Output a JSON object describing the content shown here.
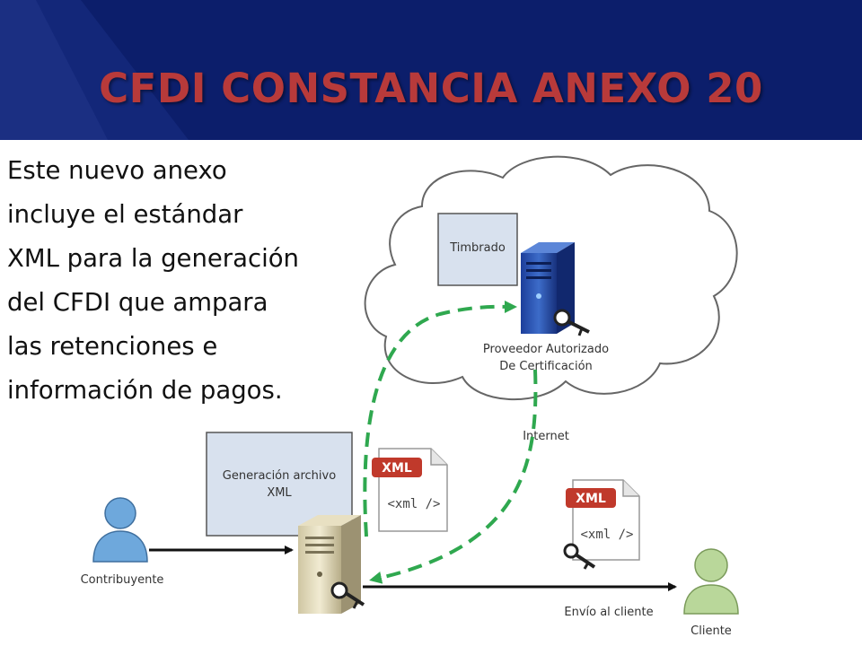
{
  "slide": {
    "title": "CFDI CONSTANCIA ANEXO 20",
    "body_lines": [
      "Este nuevo anexo",
      "incluye el estándar",
      "XML para la generación",
      "del CFDI que ampara",
      "las retenciones e",
      "información de pagos."
    ]
  },
  "diagram": {
    "timbrado_label": "Timbrado",
    "pac_label_line1": "Proveedor Autorizado",
    "pac_label_line2": "De Certificación",
    "internet_label": "Internet",
    "generacion_line1": "Generación archivo",
    "generacion_line2": "XML",
    "contribuyente_label": "Contribuyente",
    "cliente_label": "Cliente",
    "envio_label": "Envío al cliente",
    "xml_badge_1": "XML",
    "xml_tag_1": "<xml />",
    "xml_badge_2": "XML",
    "xml_tag_2": "<xml />"
  },
  "colors": {
    "header_bg": "#0c1e6b",
    "title": "#b83a3a",
    "dashed_arrow": "#2fa84f",
    "xml_badge": "#c0392b",
    "person_blue": "#6ea8dc",
    "person_green": "#b9d79a"
  }
}
